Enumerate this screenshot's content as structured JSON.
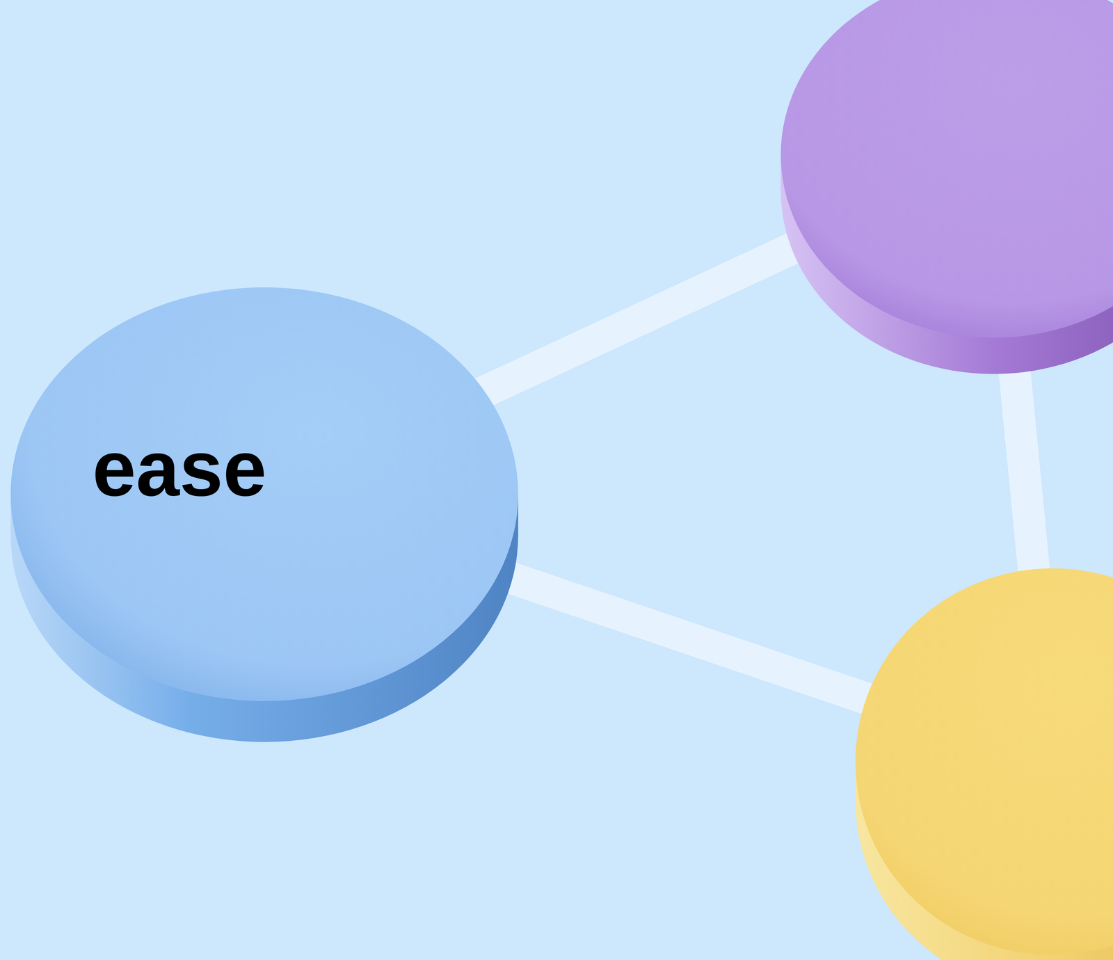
{
  "diagram": {
    "nodes": [
      {
        "text": [
          "ease"
        ]
      },
      {
        "text": []
      },
      {
        "text": []
      }
    ],
    "edges": [
      {
        "from": 0,
        "to": 1,
        "arrow": "none"
      },
      {
        "from": 1,
        "to": 2,
        "arrow": "none"
      },
      {
        "from": 0,
        "to": 2,
        "arrow": "none"
      }
    ]
  }
}
